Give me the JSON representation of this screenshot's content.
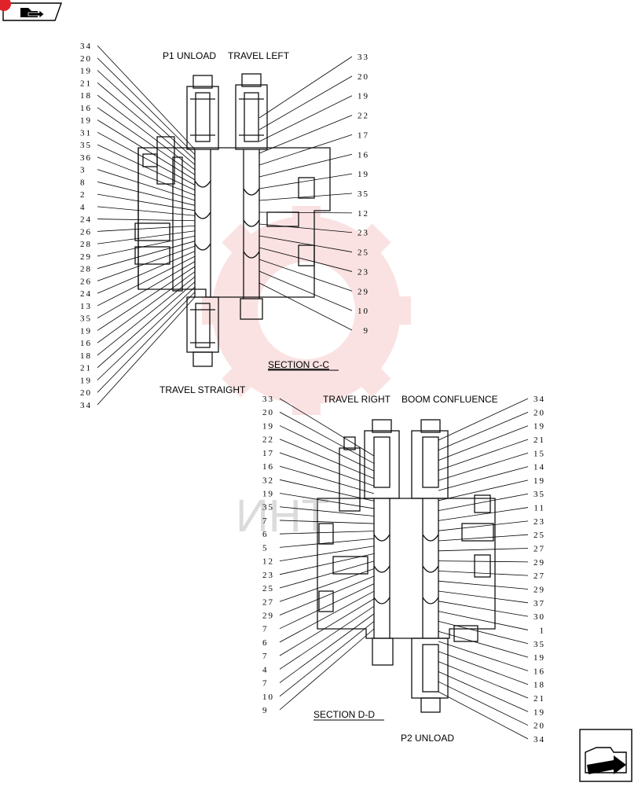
{
  "nav": {
    "back_icon": "folder-arrow-icon",
    "next_icon": "page-forward-arrow-icon"
  },
  "watermark": {
    "color": "#e8262b",
    "text": "ИНТ"
  },
  "section_cc": {
    "title_left": "P1 UNLOAD",
    "title_right": "TRAVEL LEFT",
    "bottom_label": "TRAVEL STRAIGHT",
    "caption": "SECTION  C-C",
    "left_callouts": [
      "34",
      "20",
      "19",
      "21",
      "18",
      "16",
      "19",
      "31",
      "35",
      "36",
      "3",
      "8",
      "2",
      "4",
      "24",
      "26",
      "28",
      "29",
      "28",
      "26",
      "24",
      "13",
      "35",
      "19",
      "16",
      "18",
      "21",
      "19",
      "20",
      "34"
    ],
    "right_callouts": [
      "33",
      "20",
      "19",
      "22",
      "17",
      "16",
      "19",
      "35",
      "12",
      "23",
      "25",
      "23",
      "29",
      "10",
      "9"
    ]
  },
  "section_dd": {
    "title_left": "TRAVEL RIGHT",
    "title_right": "BOOM CONFLUENCE",
    "bottom_label": "P2 UNLOAD",
    "caption": "SECTION  D-D",
    "left_callouts": [
      "33",
      "20",
      "19",
      "22",
      "17",
      "16",
      "32",
      "19",
      "35",
      "7",
      "6",
      "5",
      "12",
      "23",
      "25",
      "27",
      "29",
      "7",
      "6",
      "7",
      "4",
      "7",
      "10",
      "9"
    ],
    "right_callouts": [
      "34",
      "20",
      "19",
      "21",
      "15",
      "14",
      "19",
      "35",
      "11",
      "23",
      "25",
      "27",
      "29",
      "27",
      "29",
      "37",
      "30",
      "1",
      "35",
      "19",
      "16",
      "18",
      "21",
      "19",
      "20",
      "34"
    ]
  }
}
